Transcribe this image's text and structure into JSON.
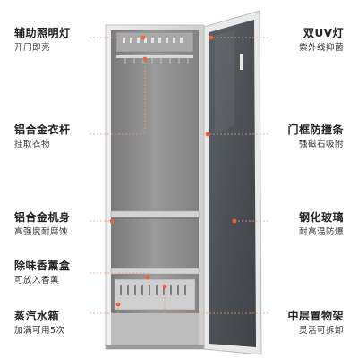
{
  "features": {
    "left": [
      {
        "title": "辅助照明灯",
        "subtitle": "开门即亮"
      },
      {
        "title": "铝合金衣杆",
        "subtitle": "挂取衣物"
      },
      {
        "title": "铝合金机身",
        "subtitle": "高强度耐腐蚀"
      },
      {
        "title": "除味香薰盒",
        "subtitle": "可放入香薰"
      },
      {
        "title": "蒸汽水箱",
        "subtitle": "加满可用5次"
      }
    ],
    "right": [
      {
        "title": "双UV灯",
        "subtitle": "紫外线抑菌"
      },
      {
        "title": "门框防撞条",
        "subtitle": "强磁石吸附"
      },
      {
        "title": "钢化玻璃",
        "subtitle": "耐高温防爆"
      },
      {
        "title": "中层置物架",
        "subtitle": "灵活可拆卸"
      }
    ]
  },
  "colors": {
    "background": "#ffffff",
    "cabinet_frame": "#d9d9d9",
    "interior": "#8a8a8a",
    "glass_door": "#555a5f",
    "leader_line": "#e8a07a",
    "dot": "#e8643a"
  }
}
